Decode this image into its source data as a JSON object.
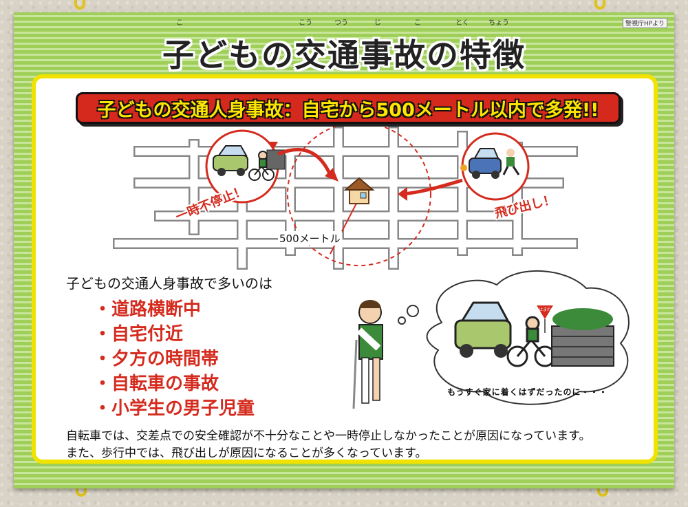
{
  "poster": {
    "source": "警視庁HPより",
    "title": "子どもの交通事故の特徴",
    "title_ruby": [
      "こ",
      "こう",
      "つう",
      "じ",
      "こ",
      "とく",
      "ちょう"
    ],
    "banner": "子どもの交通人身事故：自宅から500メートル以内で多発!!",
    "map": {
      "distance_label": "500メートル",
      "tag_stop": "一時不停止！",
      "tag_dash": "飛び出し！"
    },
    "lead": "子どもの交通人身事故で多いのは",
    "bullets": [
      "道路横断中",
      "自宅付近",
      "夕方の時間帯",
      "自転車の事故",
      "小学生の男子児童"
    ],
    "thought": "もうすぐ家に着くはずだったのに・・・",
    "stop_sign": "止まれ",
    "note_line1": "自転車では、交差点での安全確認が不十分なことや一時停止しなかったことが原因になっています。",
    "note_line2": "また、歩行中では、飛び出しが原因になることが多くなっています。"
  },
  "colors": {
    "board_green": "#9fcf58",
    "panel_border_yellow": "#f2e200",
    "banner_red": "#d5291d",
    "banner_text_yellow": "#ffe600",
    "bullet_red": "#d42b1e"
  },
  "icons": [
    "car-icon",
    "bicycle-icon",
    "house-icon",
    "stop-sign-icon",
    "injured-child-icon"
  ]
}
